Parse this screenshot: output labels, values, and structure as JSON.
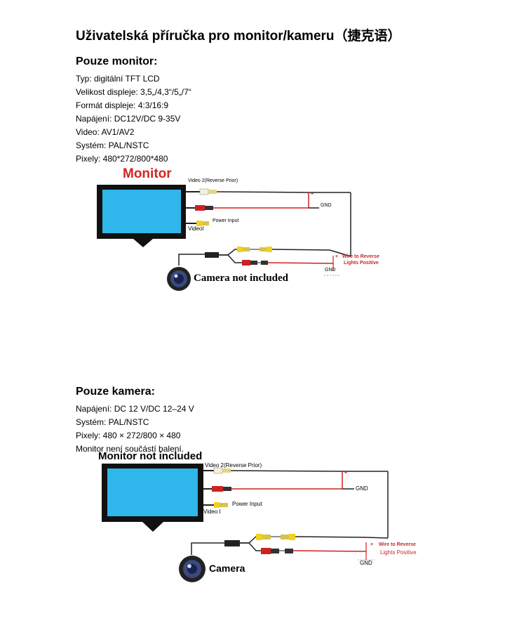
{
  "title": "Uživatelská příručka pro monitor/kameru（捷克语）",
  "section1": {
    "heading": "Pouze monitor:",
    "specs": [
      "Typ: digitální TFT LCD",
      "Velikost displeje: 3,5„/4,3“/5„/7“",
      "Formát displeje: 4:3/16:9",
      "Napájení: DC12V/DC 9-35V",
      "Video: AV1/AV2",
      "Systém: PAL/NSTC",
      "Pixely: 480*272/800*480"
    ],
    "diagram": {
      "product_label": "Monitor",
      "video2_label": "Video   2(Reverse   Prior)",
      "plus": "+",
      "gnd_top": "GND",
      "power_input": "Power   Input",
      "video1": "VideoI",
      "wire_reverse_plus": "+",
      "wire_reverse_1": "Wire to Reverse",
      "wire_reverse_2": "Lights Positive",
      "gnd_bottom": "GND",
      "camera_label": "Camera not included"
    }
  },
  "section2": {
    "heading": "Pouze kamera:",
    "specs": [
      "Napájení: DC 12 V/DC 12–24 V",
      "Systém: PAL/NSTC",
      "Pixely: 480 × 272/800 × 480",
      "Monitor není součástí balení."
    ],
    "diagram": {
      "product_label": "Monitor not included",
      "video2_label": "Video   2(Reverse   Prior)",
      "plus": "+",
      "gnd_top": "GND",
      "power_input": "Power   Input",
      "video1": "Video   I",
      "wire_reverse_plus": "+",
      "wire_reverse_1": "Wire  to  Reverse",
      "wire_reverse_2": "Lights Positive",
      "gnd_bottom": "GND",
      "camera_label": "Camera"
    }
  },
  "colors": {
    "screen_blue": "#2fb6ea",
    "red_wire": "#d42020",
    "yellow_plug": "#f2d21a",
    "label_red": "#d42424"
  }
}
